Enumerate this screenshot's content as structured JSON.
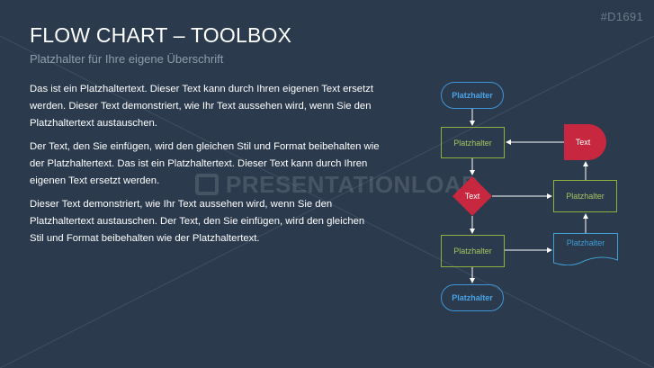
{
  "slide": {
    "id_label": "#D1691",
    "title": "FLOW CHART – TOOLBOX",
    "subtitle": "Platzhalter für Ihre eigene Überschrift",
    "paragraphs": [
      "Das ist ein Platzhaltertext. Dieser Text kann durch Ihren eigenen Text ersetzt werden. Dieser Text  demonstriert, wie Ihr Text aussehen wird, wenn Sie den Platzhaltertext austauschen.",
      "Der Text,  den Sie einfügen, wird den gleichen Stil und Format beibehalten wie der Platzhaltertext. Das ist ein Platzhaltertext. Dieser Text kann durch Ihren eigenen Text ersetzt werden.",
      "Dieser Text  demonstriert, wie Ihr Text aussehen wird, wenn Sie den Platzhaltertext austauschen. Der Text,  den Sie einfügen, wird den gleichen Stil und Format beibehalten wie der Platzhaltertext."
    ],
    "watermark": "PRESENTATIONLOAD"
  },
  "flowchart": {
    "start_terminal": "Platzhalter",
    "process_top": "Platzhalter",
    "decision": "Text",
    "process_bottom": "Platzhalter",
    "end_terminal": "Platzhalter",
    "process_right": "Platzhalter",
    "document": "Platzhalter",
    "delay": "Text"
  },
  "colors": {
    "background": "#2b3a4d",
    "terminal_blue": "#3f95d6",
    "process_green": "#8fb03c",
    "accent_red": "#c8283f",
    "connector": "#ffffff"
  }
}
